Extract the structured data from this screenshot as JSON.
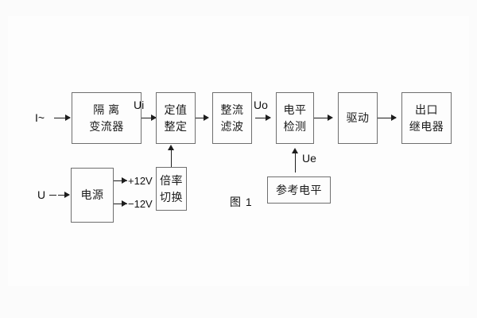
{
  "figure": {
    "caption": "图 1",
    "background_color": "#fbfbfb",
    "line_color": "#1d1d1d",
    "box_border_color": "#6f6f6f"
  },
  "blocks": [
    {
      "id": "isolation-ct",
      "lines": [
        "隔 离",
        "变流器"
      ]
    },
    {
      "id": "setting-value",
      "lines": [
        "定值",
        "整定"
      ]
    },
    {
      "id": "rectify-filter",
      "lines": [
        "整流",
        "滤波"
      ]
    },
    {
      "id": "level-detect",
      "lines": [
        "电平",
        "检测"
      ]
    },
    {
      "id": "drive",
      "lines": [
        "驱动"
      ]
    },
    {
      "id": "output-relay",
      "lines": [
        "出口",
        "继电器"
      ]
    },
    {
      "id": "power-supply",
      "lines": [
        "电源"
      ]
    },
    {
      "id": "multiplier-switch",
      "lines": [
        "倍率",
        "切换"
      ]
    },
    {
      "id": "reference-level",
      "lines": [
        "参考电平"
      ]
    }
  ],
  "signals": {
    "current_input": "I~",
    "voltage_input": "U",
    "ui": "Ui",
    "uo": "Uo",
    "ue": "Ue",
    "rail_positive": "+12V",
    "rail_negative": "−12V"
  }
}
